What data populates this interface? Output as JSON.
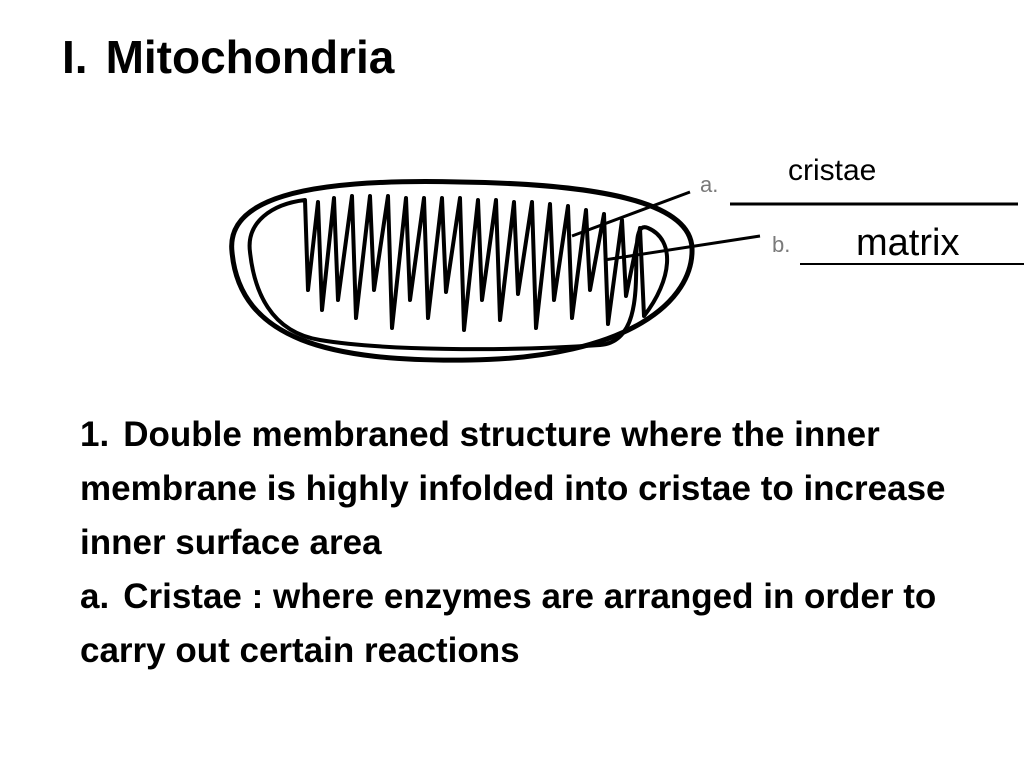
{
  "slide": {
    "title_number": "I.",
    "title": "Mitochondria"
  },
  "diagram": {
    "label_a_letter": "a.",
    "label_a_text": "cristae",
    "label_b_letter": "b.",
    "label_b_text": "matrix"
  },
  "body": {
    "item1_marker": "1.",
    "item1_text": "Double membraned structure where the inner membrane is highly infolded into cristae to increase inner surface area",
    "item_a_marker": "a.",
    "item_a_text": "Cristae : where enzymes are arranged in order to carry out certain reactions"
  }
}
